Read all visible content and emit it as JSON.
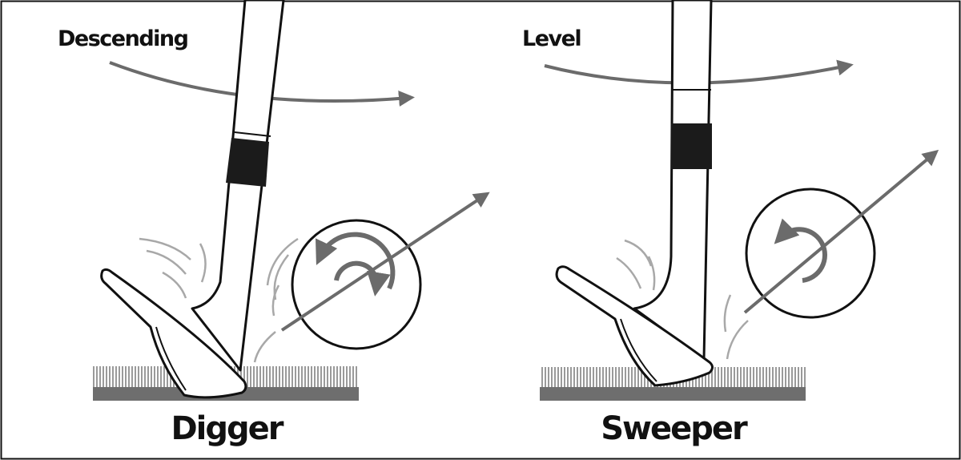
{
  "panels": [
    {
      "swing_label": "Descending",
      "type_label": "Digger"
    },
    {
      "swing_label": "Level",
      "type_label": "Sweeper"
    }
  ],
  "colors": {
    "ink": "#111111",
    "arrow": "#6b6b6b",
    "turf": "#6e6e6e",
    "grass": "#9a9a9a",
    "debris": "#a8a8a8",
    "ferrule": "#1b1b1b"
  }
}
